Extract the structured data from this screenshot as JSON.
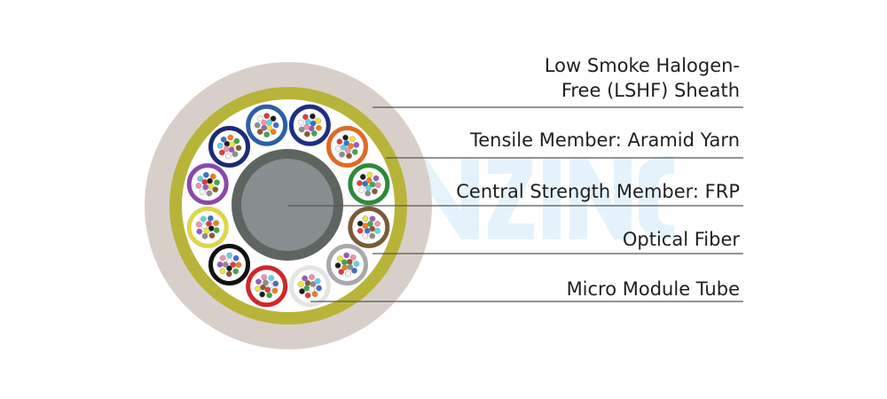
{
  "diagram": {
    "labels": {
      "sheath_line1": "Low Smoke Halogen-",
      "sheath_line2": "Free (LSHF) Sheath",
      "tensile": "Tensile Member: Aramid Yarn",
      "frp": "Central Strength Member: FRP",
      "fiber": "Optical Fiber",
      "tube": "Micro Module Tube"
    },
    "colors": {
      "sheath": "#d9cfca",
      "aramid": "#b8b43a",
      "inner_fill": "#ffffff",
      "frp_ring": "#5e6460",
      "frp_core": "#8e9598",
      "leader_line": "#555555",
      "watermark": "#bfe3f5"
    },
    "module_tube_colors": [
      "#2d5fa8",
      "#1d2f86",
      "#e06a24",
      "#2d8a3a",
      "#7a5a3a",
      "#a8a8ab",
      "#e4e4e4",
      "#d0262e",
      "#111111",
      "#ddd54a",
      "#8a49a8",
      "#1a2a76"
    ],
    "fiber_colors": [
      "#3a6fc9",
      "#f07c1e",
      "#3fa64a",
      "#8b5a2b",
      "#8c8c8c",
      "#f4f4f4",
      "#e23b3b",
      "#1c1c1c",
      "#f3e33c",
      "#9b59b6",
      "#f08fb4",
      "#5fd0e6"
    ]
  }
}
